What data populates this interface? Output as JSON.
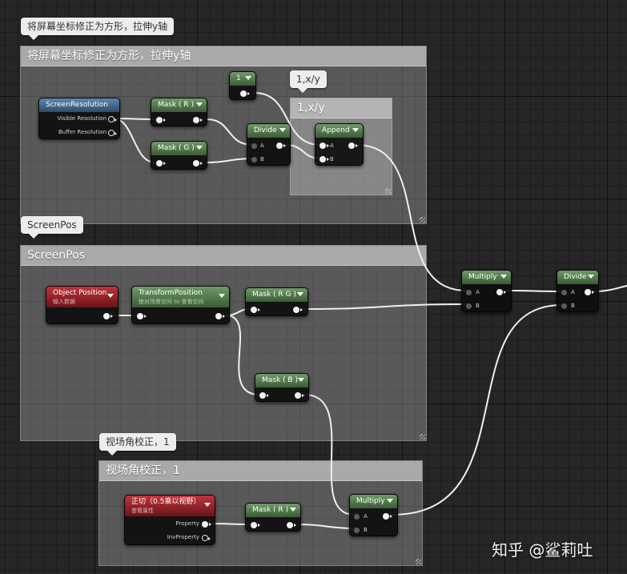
{
  "comments": {
    "screen_square": {
      "title": "将屏幕坐标修正为方形，拉伸y轴",
      "bubble": "将屏幕坐标修正为方形，拉伸y轴"
    },
    "xy": {
      "title": "1,x/y",
      "bubble": "1,x/y"
    },
    "screenpos": {
      "title": "ScreenPos",
      "bubble": "ScreenPos"
    },
    "fov": {
      "title": "视场角校正，1",
      "bubble": "视场角校正，1"
    }
  },
  "nodes": {
    "screen_resolution": {
      "title": "ScreenResolution",
      "outputs": [
        "Visible Resolution",
        "Buffer Resolution"
      ]
    },
    "mask_r_top": {
      "title": "Mask ( R )"
    },
    "mask_g": {
      "title": "Mask ( G )"
    },
    "constant": {
      "title": "1"
    },
    "divide_top": {
      "title": "Divide",
      "inputs": [
        "A",
        "B"
      ]
    },
    "append": {
      "title": "Append",
      "inputs": [
        "A",
        "B"
      ]
    },
    "multiply_top": {
      "title": "Multiply",
      "inputs": [
        "A",
        "B"
      ]
    },
    "divide_right": {
      "title": "Divide",
      "inputs": [
        "A",
        "B"
      ]
    },
    "object_position": {
      "title": "Object Position",
      "subtitle": "输入数据"
    },
    "transform_position": {
      "title": "TransformPosition",
      "subtitle": "绝对场景空间 to 查看空间"
    },
    "mask_rg": {
      "title": "Mask ( R G )"
    },
    "mask_b": {
      "title": "Mask ( B )"
    },
    "tangent": {
      "title": "正切（0.5乘以视野）",
      "subtitle": "查看属性",
      "outputs": [
        "Property",
        "InvProperty"
      ]
    },
    "mask_r_bottom": {
      "title": "Mask ( R )"
    },
    "multiply_bottom": {
      "title": "Multiply",
      "inputs": [
        "A",
        "B"
      ]
    }
  },
  "watermark": "知乎 @鲨莉吐",
  "colors": {
    "graph_background": "#262626",
    "node_title_green": "#4d7046",
    "node_title_blue": "#3c5f86",
    "node_title_red": "#8c1c22",
    "comment_header": "#a9a9a9",
    "wire": "#f0f0f0"
  }
}
